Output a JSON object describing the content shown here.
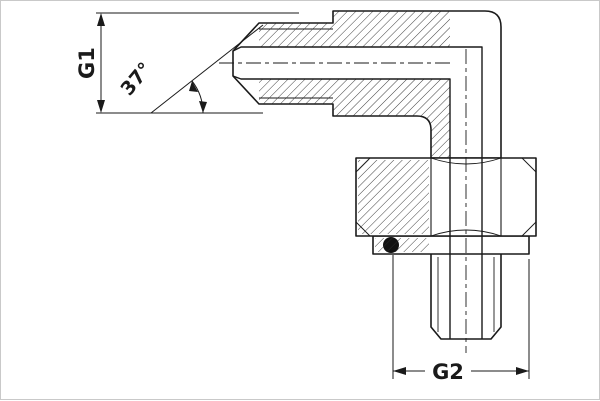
{
  "drawing": {
    "labels": {
      "g1": "G1",
      "g2": "G2",
      "angle": "37°"
    },
    "colors": {
      "line": "#1a1a1a",
      "background": "#ffffff",
      "oring": "#111111",
      "canvas_border": "#c9c9c9"
    }
  }
}
